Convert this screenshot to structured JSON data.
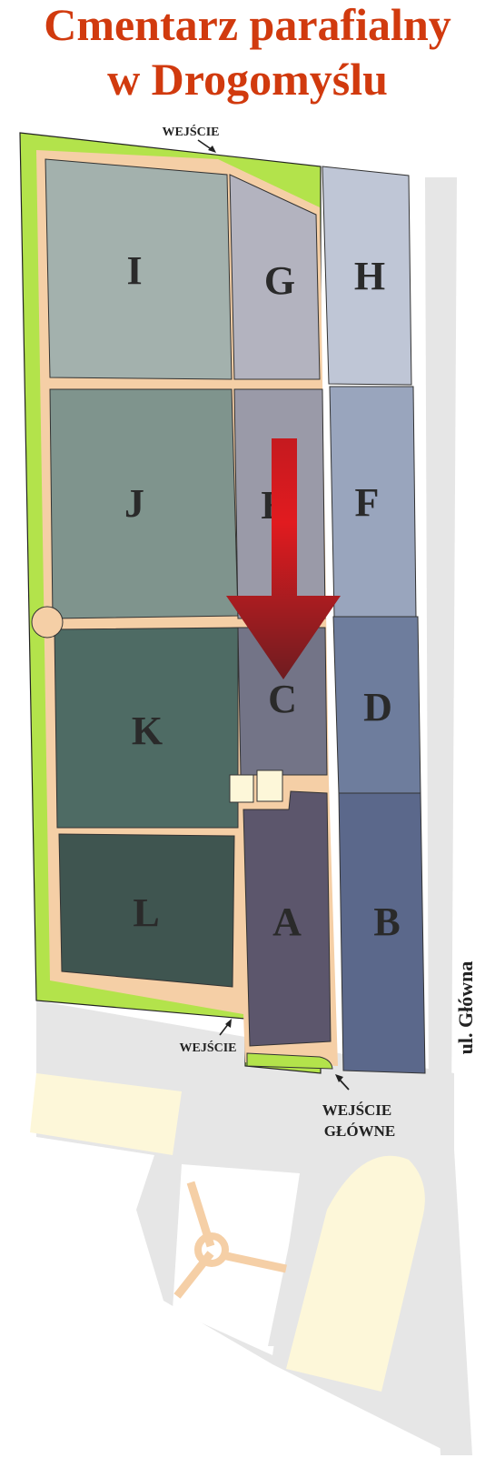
{
  "title": {
    "line1": "Cmentarz parafialny",
    "line2": "w Drogomyślu"
  },
  "sectors": {
    "A": "A",
    "B": "B",
    "C": "C",
    "D": "D",
    "F": "F",
    "G": "G",
    "H": "H",
    "I": "I",
    "J": "J",
    "K": "K",
    "L": "L",
    "E": "E"
  },
  "entrances": {
    "top": "WEJŚCIE",
    "side": "WEJŚCIE",
    "main_line1": "WEJŚCIE",
    "main_line2": "GŁÓWNE"
  },
  "street": "ul. Główna",
  "colors": {
    "title": "#d13a0e",
    "grass": "#b3e34b",
    "path": "#f5cfa6",
    "arrow": "#c8161d",
    "ground": "#e6e6e6",
    "yellow_area": "#fdf7d9"
  }
}
